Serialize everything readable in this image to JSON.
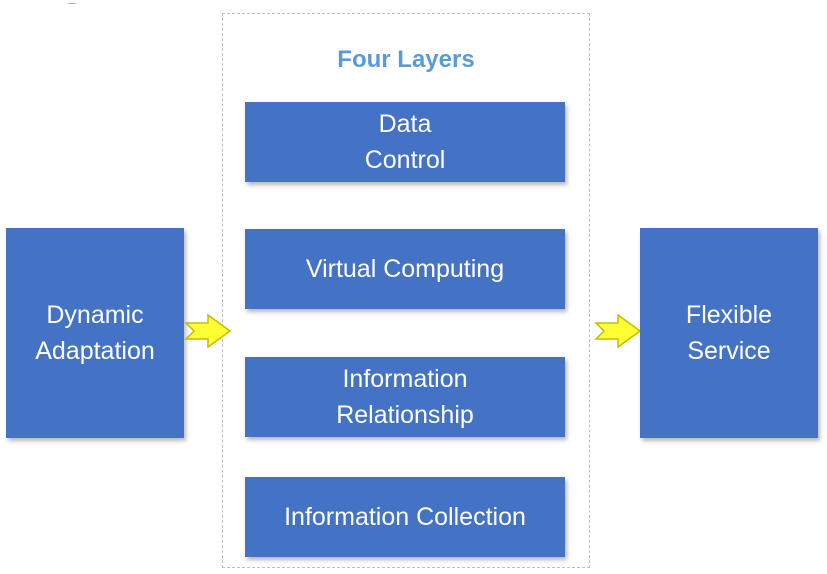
{
  "diagram": {
    "frame_title": "Four Layers",
    "input_box": "Dynamic\nAdaptation",
    "output_box": "Flexible\nService",
    "layers": [
      "Data\nControl",
      "Virtual Computing",
      "Information\nRelationship",
      "Information Collection"
    ]
  },
  "colors": {
    "box_fill": "#4472c4",
    "box_text": "#ffffff",
    "title_text": "#5b9bd5",
    "arrow_fill": "#ffff33",
    "arrow_stroke": "#bfbf00",
    "frame_border": "#bfbfbf"
  },
  "icons": {
    "connector": "right-arrow-icon"
  }
}
